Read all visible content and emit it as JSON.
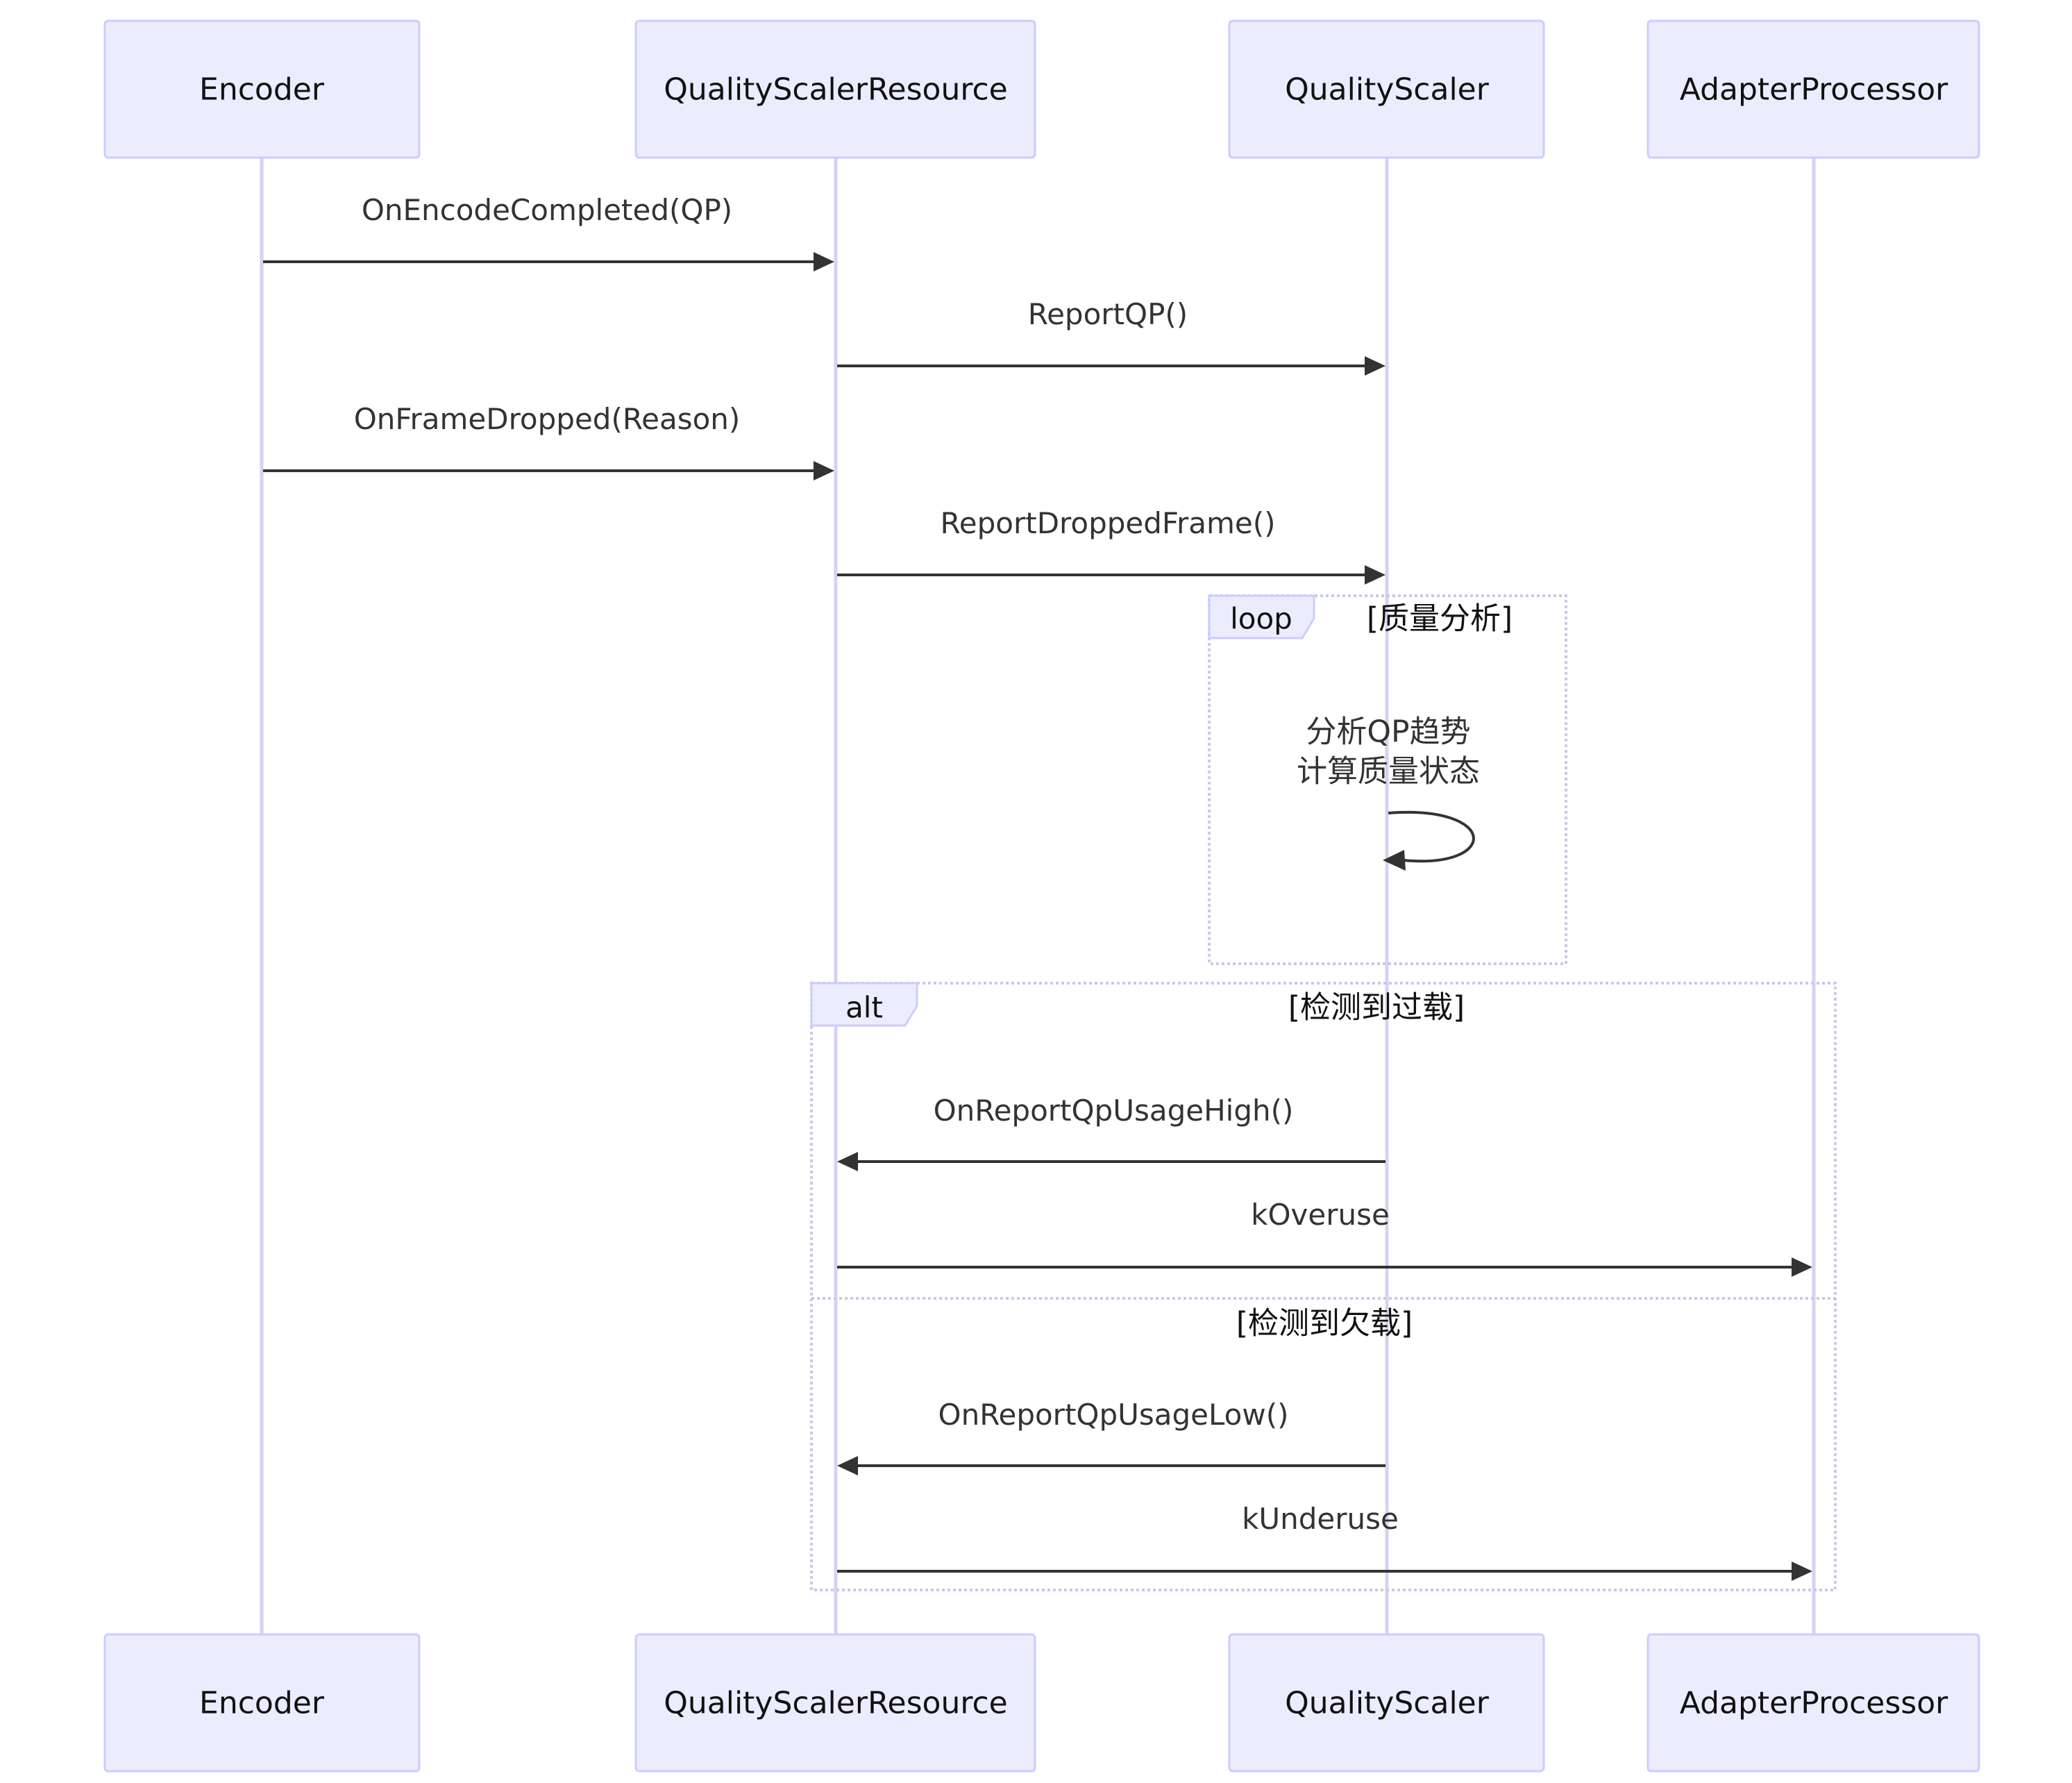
{
  "participants": [
    {
      "id": "encoder",
      "label": "Encoder"
    },
    {
      "id": "qsr",
      "label": "QualityScalerResource"
    },
    {
      "id": "qs",
      "label": "QualityScaler"
    },
    {
      "id": "ap",
      "label": "AdapterProcessor"
    }
  ],
  "messages": [
    {
      "from": "encoder",
      "to": "qsr",
      "label": "OnEncodeCompleted(QP)"
    },
    {
      "from": "qsr",
      "to": "qs",
      "label": "ReportQP()"
    },
    {
      "from": "encoder",
      "to": "qsr",
      "label": "OnFrameDropped(Reason)"
    },
    {
      "from": "qsr",
      "to": "qs",
      "label": "ReportDroppedFrame()"
    }
  ],
  "loop": {
    "tag": "loop",
    "condition": "[质量分析]",
    "self_message": {
      "on": "qs",
      "lines": [
        "分析QP趋势",
        "计算质量状态"
      ]
    }
  },
  "alt": {
    "tag": "alt",
    "sections": [
      {
        "condition": "[检测到过载]",
        "messages": [
          {
            "from": "qs",
            "to": "qsr",
            "label": "OnReportQpUsageHigh()"
          },
          {
            "from": "qsr",
            "to": "ap",
            "label": "kOveruse"
          }
        ]
      },
      {
        "condition": "[检测到欠载]",
        "messages": [
          {
            "from": "qs",
            "to": "qsr",
            "label": "OnReportQpUsageLow()"
          },
          {
            "from": "qsr",
            "to": "ap",
            "label": "kUnderuse"
          }
        ]
      }
    ]
  }
}
